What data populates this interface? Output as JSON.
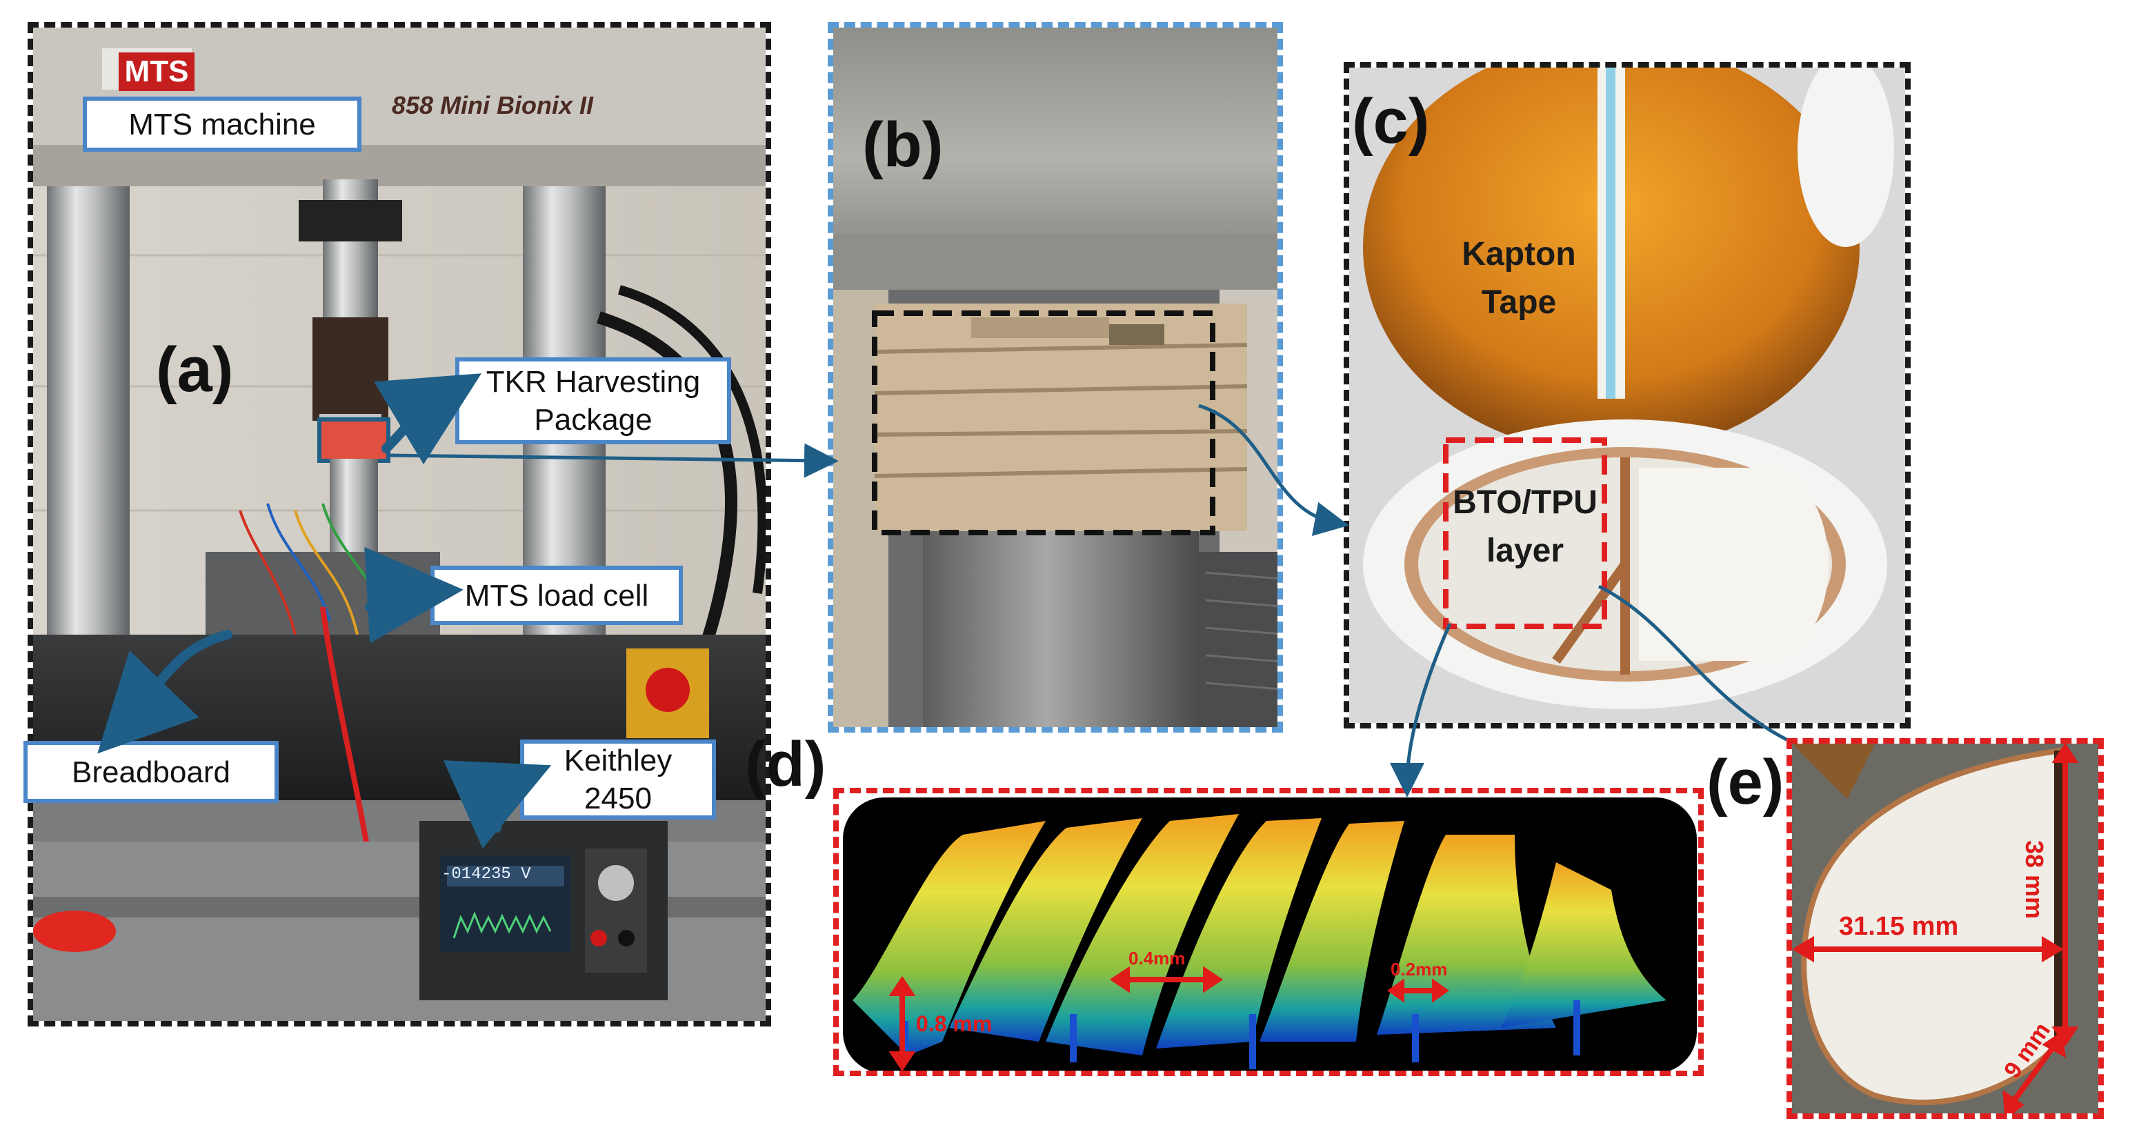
{
  "panels": {
    "a": {
      "letter": "(a)",
      "machine_brand": "MTS",
      "machine_model": "858 Mini Bionix II",
      "callouts": {
        "mts_machine": "MTS machine",
        "tkr_package": "TKR Harvesting Package",
        "load_cell": "MTS load cell",
        "breadboard": "Breadboard",
        "keithley": "Keithley 2450"
      },
      "meter_reading": "-014235 V"
    },
    "b": {
      "letter": "(b)"
    },
    "c": {
      "letter": "(c)",
      "kapton_label": "Kapton Tape",
      "bto_label": "BTO/TPU layer"
    },
    "d": {
      "letter": "(d)",
      "dim_height": "0.8 mm",
      "dim_gap_wide": "0.4mm",
      "dim_gap_narrow": "0.2mm"
    },
    "e": {
      "letter": "(e)",
      "dim_width": "31.15 mm",
      "dim_length": "38 mm",
      "dim_edge": "9 mm"
    }
  },
  "colors": {
    "callout_border": "#4a86c8",
    "arrow": "#1f5f87",
    "red_dash": "#e02020",
    "blue_dash": "#5a9bd5",
    "dimension_red": "#e11a1a"
  }
}
